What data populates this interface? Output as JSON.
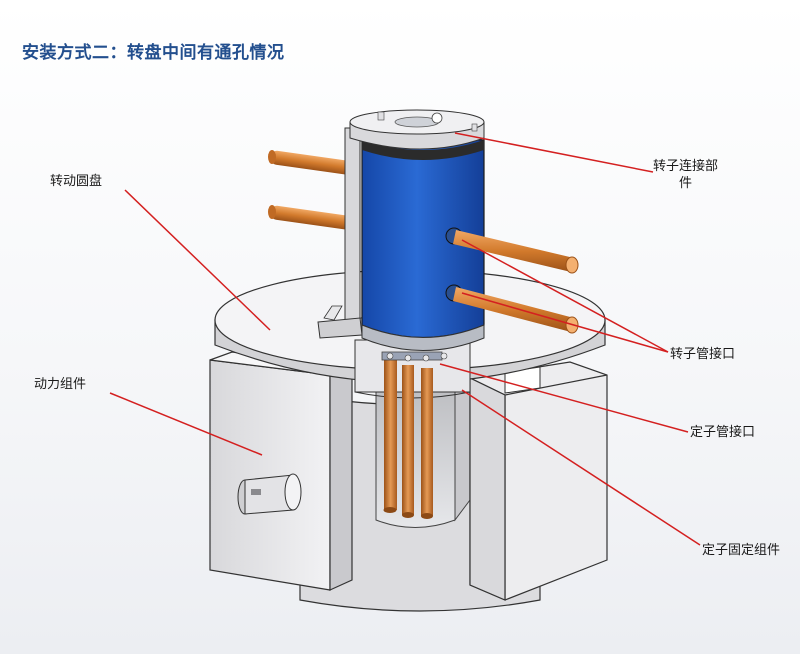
{
  "title": {
    "prefix": "安装方式二：",
    "main": "转盘中间有通孔情况"
  },
  "labels": {
    "rotating_disk": "转动圆盘",
    "power_assembly": "动力组件",
    "rotor_connection_line1": "转子连接部",
    "rotor_connection_line2": "件",
    "rotor_pipe_interface": "转子管接口",
    "stator_pipe_interface": "定子管接口",
    "stator_fixing_assembly": "定子固定组件"
  },
  "colors": {
    "title": "#234f8e",
    "leader_line": "#d42020",
    "rotor_body": "#1f5bbf",
    "copper_pipe": "#d27a2c",
    "fixture_gray": "#e4e4e6"
  }
}
